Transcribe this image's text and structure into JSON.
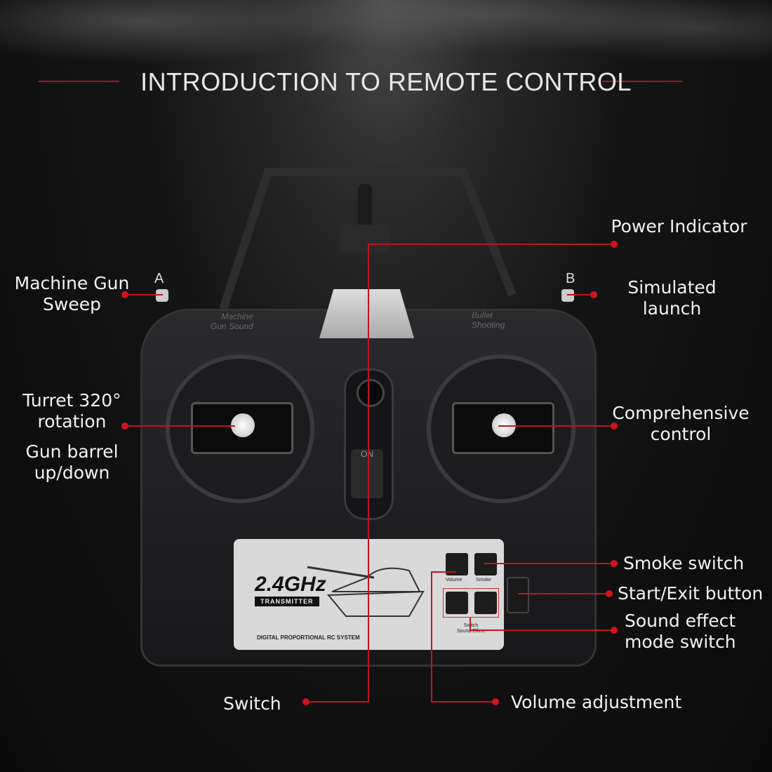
{
  "title": "INTRODUCTION TO REMOTE CONTROL",
  "callouts": {
    "power_indicator": "Power Indicator",
    "machine_gun_sweep": [
      "Machine Gun",
      "Sweep"
    ],
    "simulated_launch": [
      "Simulated",
      "launch"
    ],
    "turret_rotation": [
      "Turret 320°",
      "rotation"
    ],
    "gun_barrel": [
      "Gun barrel",
      "up/down"
    ],
    "comprehensive_control": [
      "Comprehensive",
      "control"
    ],
    "smoke_switch": "Smoke switch",
    "start_exit": "Start/Exit button",
    "sound_effect_mode": [
      "Sound effect",
      "mode switch"
    ],
    "switch": "Switch",
    "volume_adjustment": "Volume adjustment"
  },
  "controller": {
    "switch_a": "A",
    "switch_b": "B",
    "left_panel": [
      "Machine",
      "Gun Sound"
    ],
    "right_panel": [
      "Bullet",
      "Shooting"
    ],
    "on_label": "ON",
    "freq": "2.4GHz",
    "transmitter": "TRANSMITTER",
    "system": "DIGITAL PROPORTIONAL RC SYSTEM",
    "btn_volume": "Volume",
    "btn_smoke": "Smoke",
    "switch_sound": [
      "Switch",
      "Sound Effect"
    ]
  },
  "colors": {
    "accent": "#b3121c",
    "background": "#0f0f0f"
  }
}
